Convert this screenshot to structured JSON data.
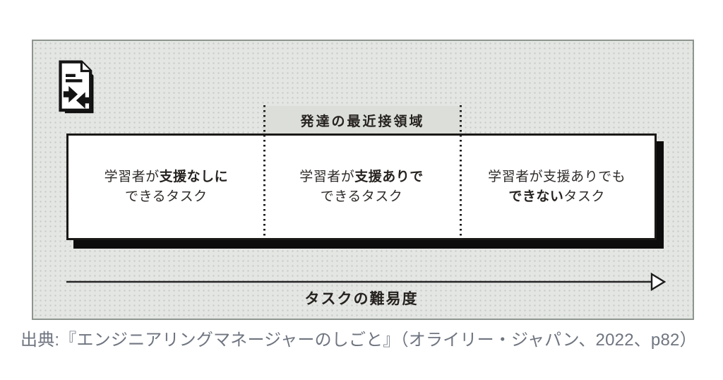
{
  "colors": {
    "panel_bg": "#e4e6e3",
    "panel_dot": "#c9cdc7",
    "panel_border": "#8e948e",
    "box_bg": "#ffffff",
    "box_border": "#1b1917",
    "hard_shadow": "#0c0c0c",
    "ink": "#262220",
    "caption_gray": "#6f7580"
  },
  "icons": {
    "top_left": "document-compare-icon"
  },
  "diagram": {
    "title": "発達の最近接領域",
    "cells": [
      {
        "lines": [
          {
            "pre": "学習者が",
            "bold": "支援なしに",
            "post": ""
          },
          {
            "pre": "できるタスク",
            "bold": "",
            "post": ""
          }
        ]
      },
      {
        "lines": [
          {
            "pre": "学習者が",
            "bold": "支援ありで",
            "post": ""
          },
          {
            "pre": "できるタスク",
            "bold": "",
            "post": ""
          }
        ]
      },
      {
        "lines": [
          {
            "pre": "学習者が支援ありでも",
            "bold": "",
            "post": ""
          },
          {
            "pre": "",
            "bold": "できない",
            "post": "タスク"
          }
        ]
      }
    ],
    "axis_label": "タスクの難易度"
  },
  "caption": "出典:『エンジニアリングマネージャーのしごと』（オライリー・ジャパン、2022、p82）"
}
